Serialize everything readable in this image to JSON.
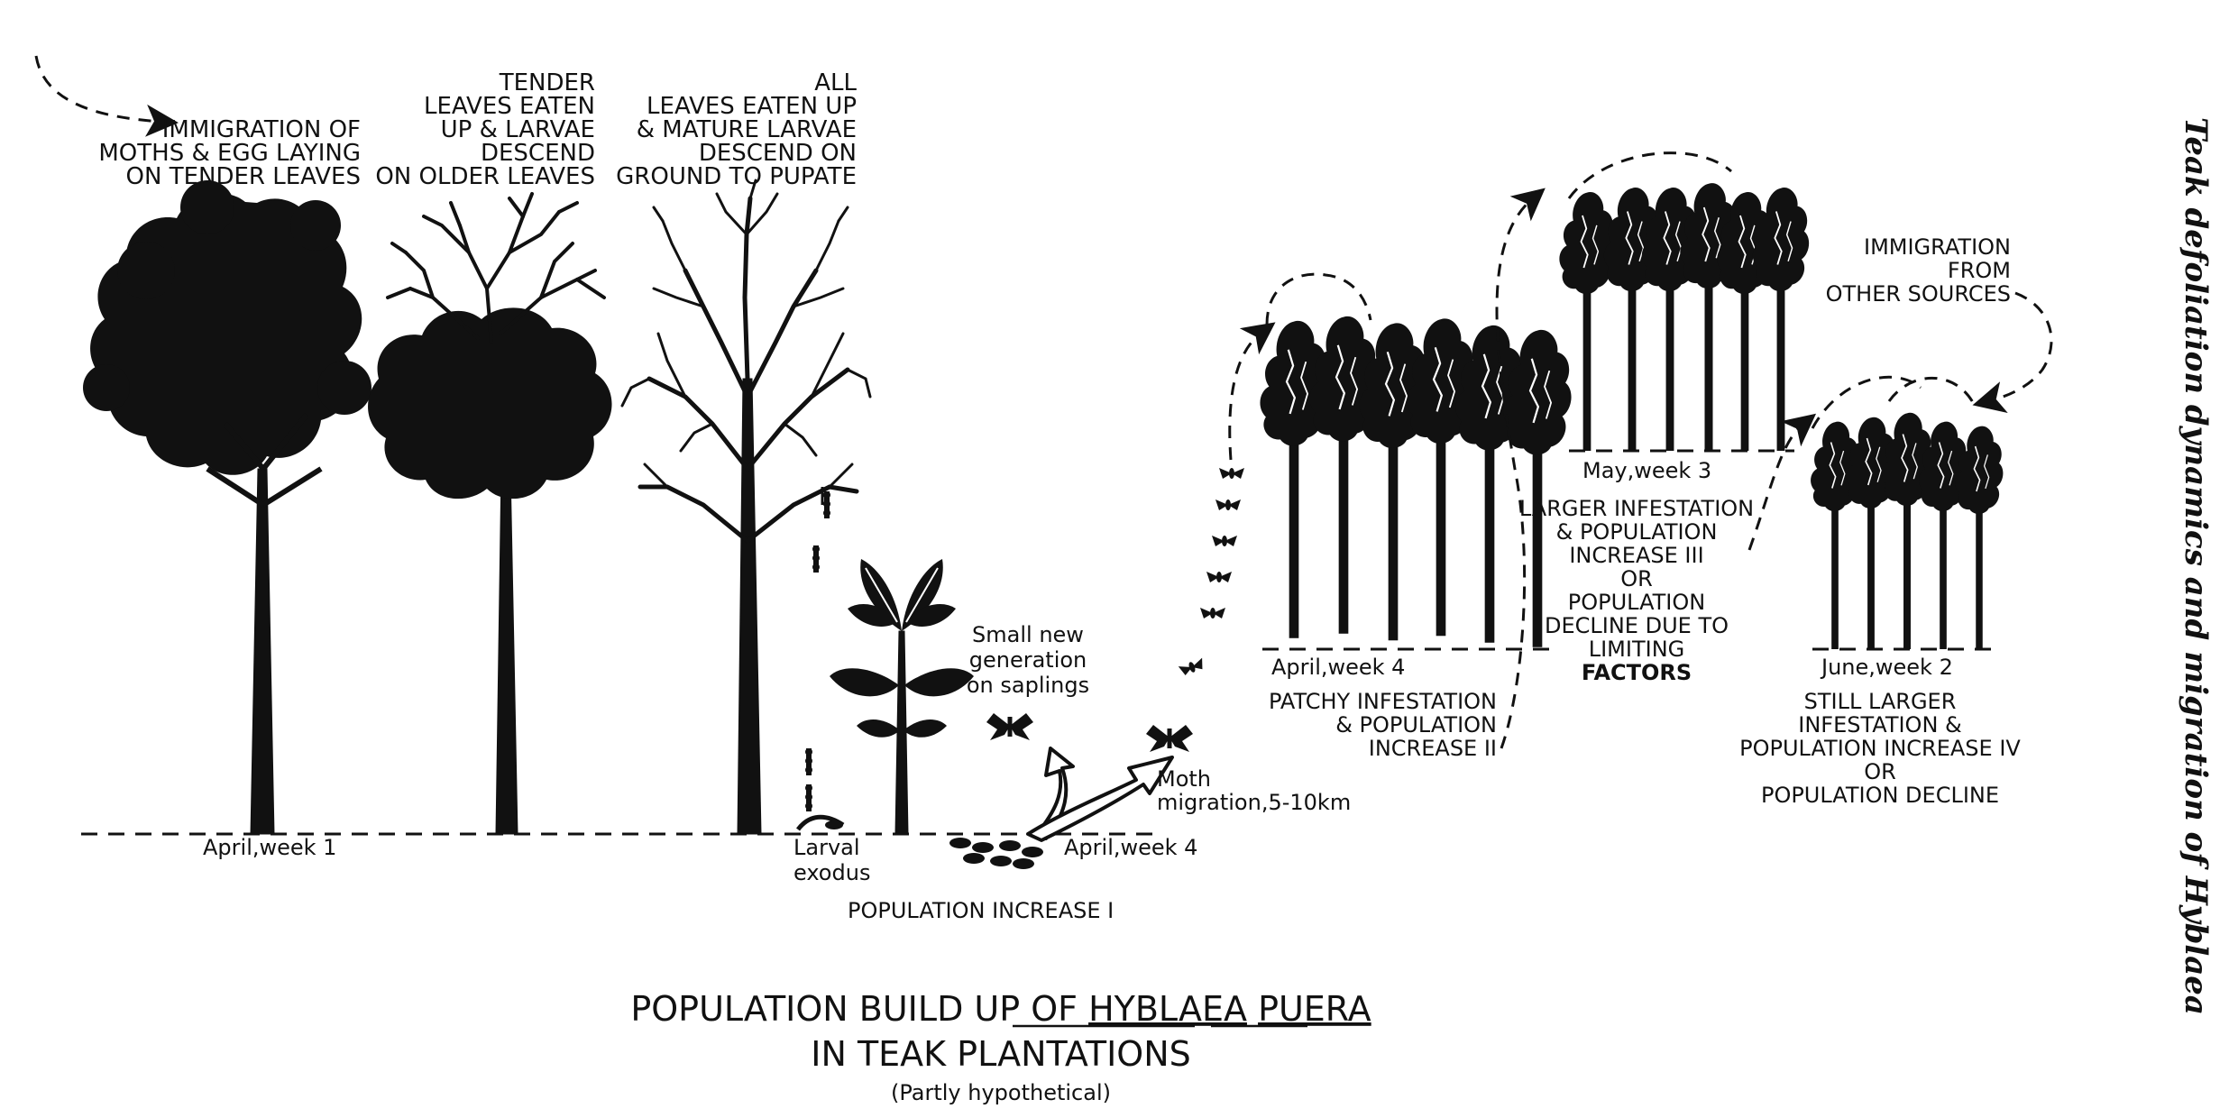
{
  "labels": {
    "stage1_line1": "IMMIGRATION OF",
    "stage1_line2": "MOTHS & EGG LAYING",
    "stage1_line3": "ON TENDER LEAVES",
    "stage2_line1": "TENDER",
    "stage2_line2": "LEAVES EATEN",
    "stage2_line3": "UP & LARVAE",
    "stage2_line4": "DESCEND",
    "stage2_line5": "ON OLDER LEAVES",
    "stage3_line1": "ALL",
    "stage3_line2": "LEAVES EATEN UP",
    "stage3_line3": "& MATURE LARVAE",
    "stage3_line4": "DESCEND ON",
    "stage3_line5": "GROUND TO PUPATE",
    "april_week1": "April,week 1",
    "larval_line1": "Larval",
    "larval_line2": "exodus",
    "april_week4_ground": "April,week 4",
    "population_increase_1": "POPULATION INCREASE I",
    "small_new_line1": "Small new",
    "small_new_line2": "generation",
    "small_new_line3": "on saplings",
    "moth_migration_line1": "Moth",
    "moth_migration_line2": "migration,5-10km",
    "april_week4_patch": "April,week 4",
    "patchy_line1": "PATCHY INFESTATION",
    "patchy_line2": "& POPULATION",
    "patchy_line3": "INCREASE II",
    "may_week3": "May,week 3",
    "larger_line1": "LARGER INFESTATION",
    "larger_line2": "& POPULATION",
    "larger_line3": "INCREASE III",
    "larger_line4": "OR",
    "larger_line5": "POPULATION",
    "larger_line6": "DECLINE DUE TO",
    "larger_line7": "LIMITING",
    "larger_line8": "FACTORS",
    "immigration_line1": "IMMIGRATION",
    "immigration_line2": "FROM",
    "immigration_line3": "OTHER SOURCES",
    "june_week2": "June,week 2",
    "still_line1": "STILL LARGER",
    "still_line2": "INFESTATION &",
    "still_line3": "POPULATION INCREASE IV",
    "still_line4": "OR",
    "still_line5": "POPULATION DECLINE"
  },
  "title": {
    "line1_prefix": "POPULATION BUILD UP OF ",
    "line1_genus": "HYBLAEA",
    "line1_species": "PUERA",
    "line2": "IN TEAK PLANTATIONS",
    "line3": "(Partly hypothetical)"
  },
  "side_caption": "Teak defoliation dynamics and migration of Hyblaea",
  "colors": {
    "ink": "#111111",
    "background": "#ffffff"
  }
}
